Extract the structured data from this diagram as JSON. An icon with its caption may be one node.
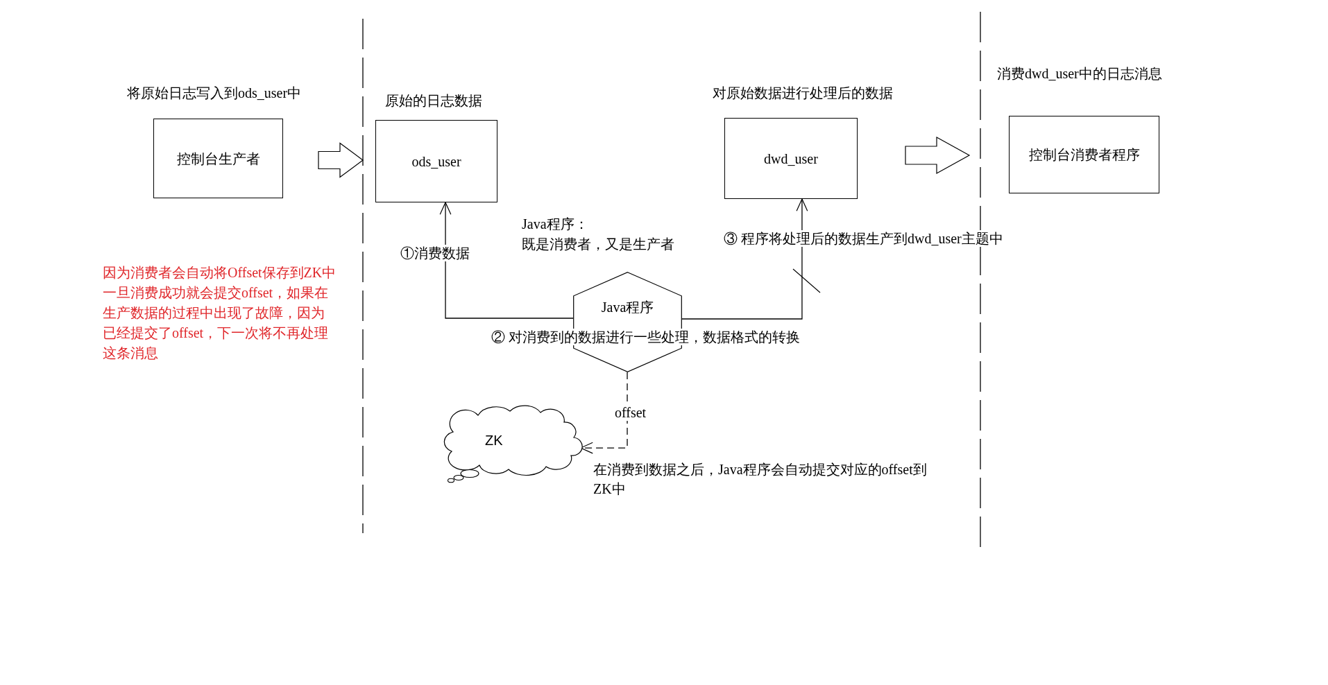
{
  "diagram": {
    "nodes": [
      {
        "text": [
          "将原始日志写入到ods_user中",
          "控制台生产者"
        ]
      },
      {
        "text": [
          "原始的日志数据",
          "ods_user"
        ]
      },
      {
        "text": [
          "对原始数据进行处理后的数据",
          "dwd_user"
        ]
      },
      {
        "text": [
          "消费dwd_user中的日志消息",
          "控制台消费者程序"
        ]
      },
      {
        "text": [
          "Java程序"
        ]
      },
      {
        "text": [
          "ZK"
        ]
      }
    ],
    "edges": [
      {
        "from": 0,
        "to": 1,
        "arrow": "to",
        "style": "thick"
      },
      {
        "from": 4,
        "to": 1,
        "arrow": "to",
        "label": "①消费数据"
      },
      {
        "from": 4,
        "to": 2,
        "arrow": "to",
        "label": "③ 程序将处理后的数据生产到dwd_user主题中"
      },
      {
        "from": 2,
        "to": 3,
        "arrow": "to",
        "style": "thick"
      },
      {
        "from": 4,
        "to": 5,
        "arrow": "to",
        "style": "dashed",
        "label": "offset"
      }
    ],
    "labels": [
      "Java程序：",
      "既是消费者，又是生产者",
      "因为消费者会自动将Offset保存到ZK中一旦消费成功就会提交offset，如果在生产数据的过程中出现了故障，因为已经提交了offset，下一次将不再处理这条消息",
      "② 对消费到的数据进行一些处理，数据格式的转换",
      "在消费到数据之后，Java程序会自动提交对应的offset到ZK中"
    ]
  }
}
